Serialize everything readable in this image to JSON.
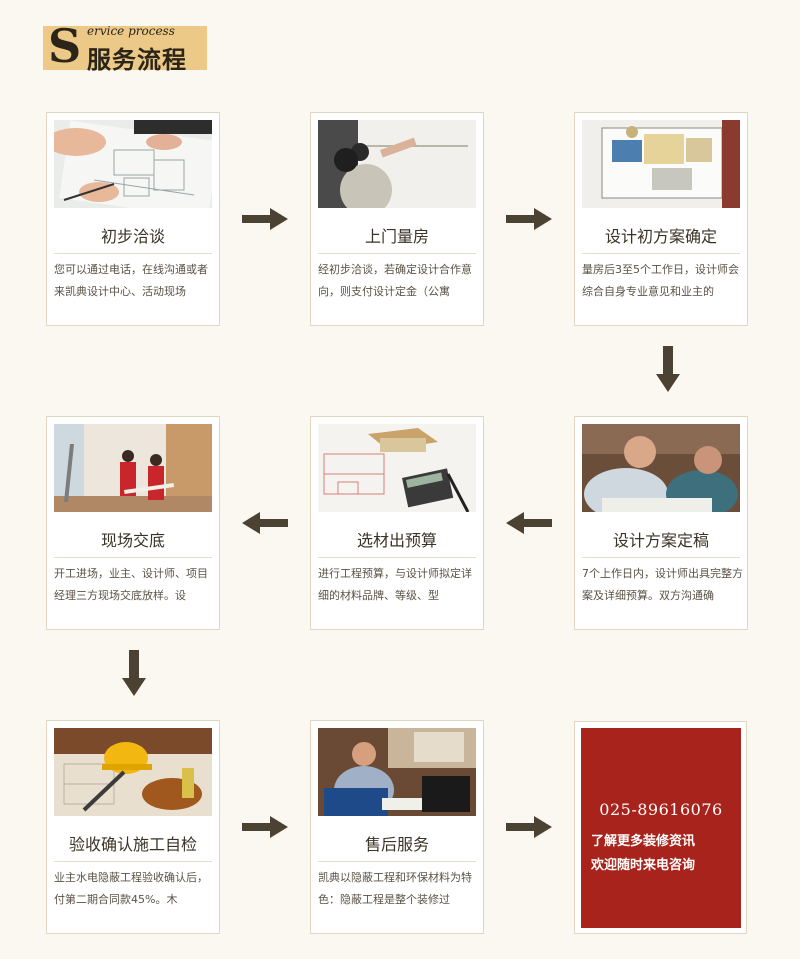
{
  "header": {
    "big_letter": "S",
    "english": "ervice process",
    "chinese": "服务流程",
    "accent_color": "#ecc987"
  },
  "steps": [
    {
      "title": "初步洽谈",
      "desc": "您可以通过电话，在线沟通或者来凯典设计中心、活动现场",
      "icon": "blueprint-hands-photo"
    },
    {
      "title": "上门量房",
      "desc": "经初步洽谈，若确定设计合作意向，则支付设计定金（公寓",
      "icon": "measuring-wall-photo"
    },
    {
      "title": "设计初方案确定",
      "desc": "量房后3至5个工作日，设计师会综合自身专业意见和业主的",
      "icon": "floor-plan-photo"
    },
    {
      "title": "设计方案定稿",
      "desc": "7个上作日内，设计师出具完整方案及详细预算。双方沟通确",
      "icon": "meeting-photo"
    },
    {
      "title": "选材出预算",
      "desc": "进行工程预算，与设计师拟定详细的材料品牌、等级、型",
      "icon": "calculator-plan-photo"
    },
    {
      "title": "现场交底",
      "desc": "开工进场，业主、设计师、项目经理三方现场交底放样。设",
      "icon": "site-workers-photo"
    },
    {
      "title": "验收确认施工自检",
      "desc": "业主水电隐蔽工程验收确认后，付第二期合同款45%。木",
      "icon": "tools-helmet-photo"
    },
    {
      "title": "售后服务",
      "desc": "凯典以隐蔽工程和环保材料为特色：隐蔽工程是整个装修过",
      "icon": "office-man-photo"
    }
  ],
  "contact": {
    "phone": "025-89616076",
    "line1": "了解更多装修资讯",
    "line2": "欢迎随时来电咨询",
    "bg_color": "#a8231b"
  },
  "arrow_color": "#4b4233"
}
